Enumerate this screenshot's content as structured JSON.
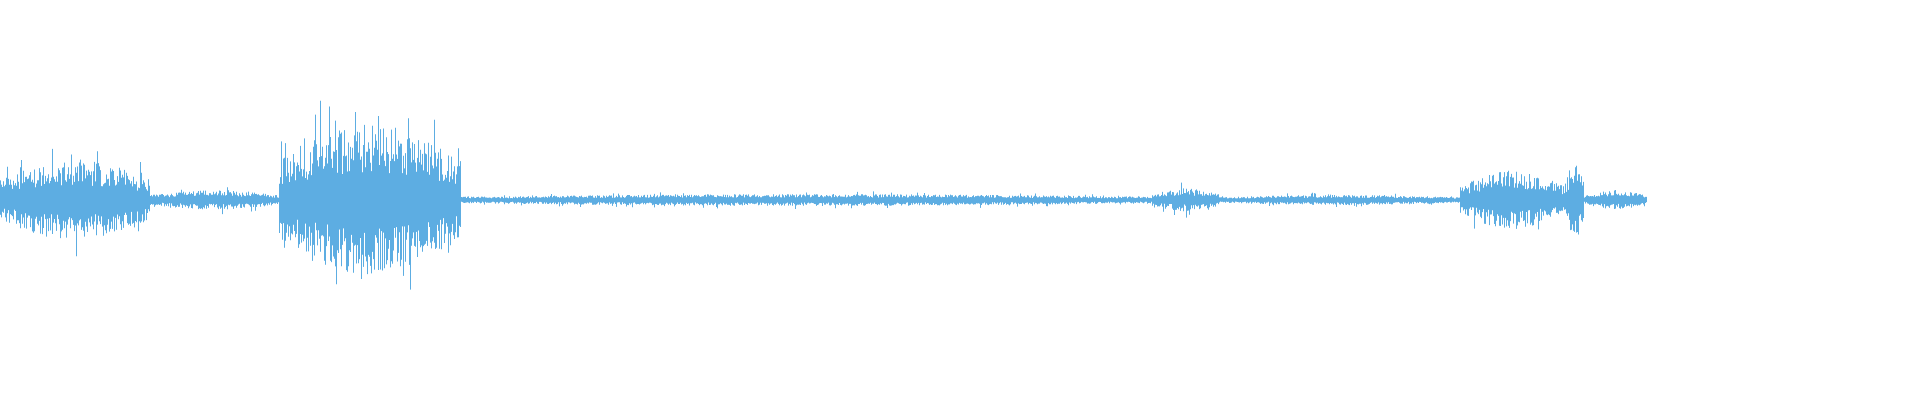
{
  "waveform": {
    "color": "#5dade2",
    "background": "#ffffff",
    "segments": [
      {
        "start": 0.0,
        "end": 0.078,
        "peak": 0.22,
        "floor": 0.05
      },
      {
        "start": 0.078,
        "end": 0.145,
        "peak": 0.05,
        "floor": 0.01
      },
      {
        "start": 0.145,
        "end": 0.24,
        "peak": 0.42,
        "floor": 0.1
      },
      {
        "start": 0.24,
        "end": 0.6,
        "peak": 0.03,
        "floor": 0.006
      },
      {
        "start": 0.6,
        "end": 0.635,
        "peak": 0.06,
        "floor": 0.01
      },
      {
        "start": 0.635,
        "end": 0.76,
        "peak": 0.025,
        "floor": 0.005
      },
      {
        "start": 0.76,
        "end": 0.815,
        "peak": 0.16,
        "floor": 0.02
      },
      {
        "start": 0.815,
        "end": 0.825,
        "peak": 0.21,
        "floor": 0.02
      },
      {
        "start": 0.825,
        "end": 0.858,
        "peak": 0.05,
        "floor": 0.003
      }
    ],
    "end_fraction": 0.858
  }
}
